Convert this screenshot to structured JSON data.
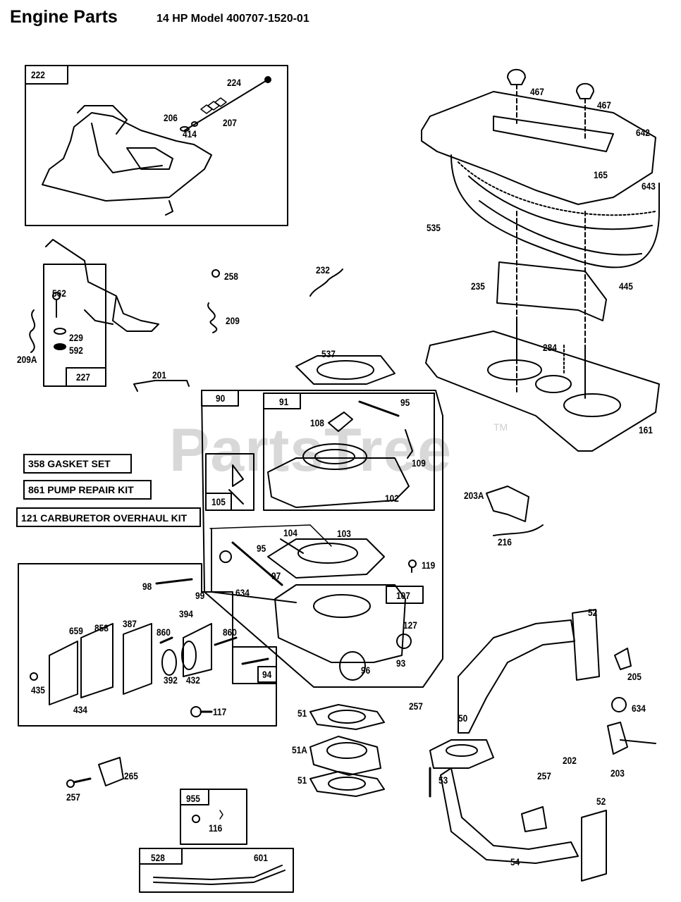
{
  "header": {
    "title": "Engine Parts",
    "subtitle": "14 HP Model 400707-1520-01"
  },
  "watermark": {
    "text": "PartsTree",
    "tm": "TM"
  },
  "kits": {
    "gasket_set": "358 GASKET SET",
    "pump_repair_kit": "861 PUMP REPAIR KIT",
    "carb_overhaul_kit": "121 CARBURETOR OVERHAUL KIT"
  },
  "labels": {
    "p222": "222",
    "p224": "224",
    "p206": "206",
    "p414": "414",
    "p207": "207",
    "p467a": "467",
    "p467b": "467",
    "p642": "642",
    "p165": "165",
    "p643": "643",
    "p535": "535",
    "p445": "445",
    "p235": "235",
    "p284": "284",
    "p161": "161",
    "p562": "562",
    "p229": "229",
    "p592": "592",
    "p209A": "209A",
    "p227": "227",
    "p258": "258",
    "p209": "209",
    "p232": "232",
    "p201": "201",
    "p537": "537",
    "p90": "90",
    "p91": "91",
    "p95a": "95",
    "p108": "108",
    "p109": "109",
    "p102": "102",
    "p105": "105",
    "p104": "104",
    "p103": "103",
    "p95b": "95",
    "p97": "97",
    "p634a": "634",
    "p119": "119",
    "p98": "98",
    "p99": "99",
    "p107": "107",
    "p127": "127",
    "p93": "93",
    "p96": "96",
    "p659": "659",
    "p858": "858",
    "p387": "387",
    "p394": "394",
    "p860a": "860",
    "p860b": "860",
    "p392": "392",
    "p432": "432",
    "p435": "435",
    "p434": "434",
    "p94": "94",
    "p117": "117",
    "p257a": "257",
    "p203A": "203A",
    "p216": "216",
    "p52a": "52",
    "p205": "205",
    "p634b": "634",
    "p50": "50",
    "p202": "202",
    "p203": "203",
    "p257b": "257",
    "p53": "53",
    "p52b": "52",
    "p54": "54",
    "p51a": "51",
    "p51A": "51A",
    "p51b": "51",
    "p265": "265",
    "p257c": "257",
    "p955": "955",
    "p116": "116",
    "p528": "528",
    "p601": "601"
  }
}
